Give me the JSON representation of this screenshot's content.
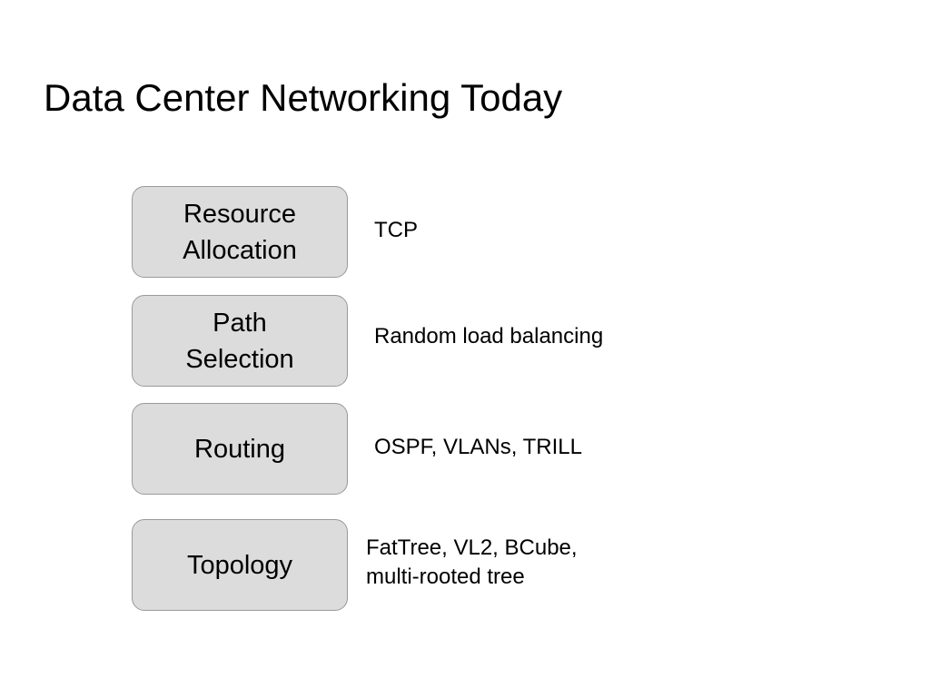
{
  "slide": {
    "title": "Data Center Networking Today",
    "layers": [
      {
        "name": "Resource\nAllocation",
        "note": "TCP"
      },
      {
        "name": "Path\nSelection",
        "note": "Random load balancing"
      },
      {
        "name": "Routing",
        "note": "OSPF, VLANs, TRILL"
      },
      {
        "name": "Topology",
        "note": "FatTree, VL2, BCube,\nmulti-rooted tree"
      }
    ]
  },
  "colors": {
    "box_fill": "#dcdcdc",
    "box_border": "#9a9a9a",
    "text": "#000000",
    "background": "#ffffff"
  }
}
